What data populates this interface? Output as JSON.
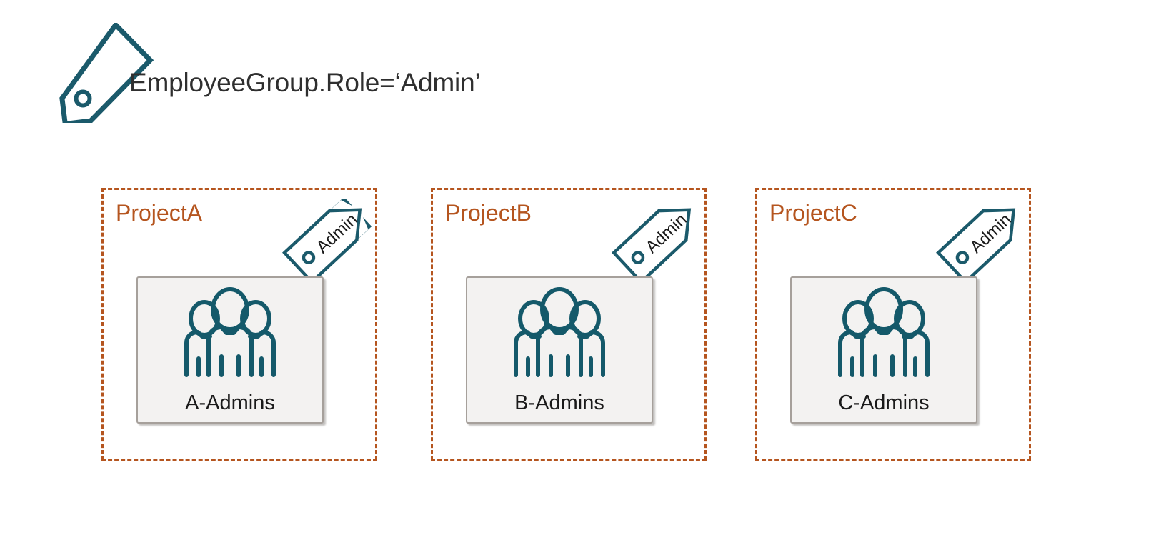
{
  "diagram": {
    "type": "tag-scoping-diagram",
    "background_color": "#ffffff",
    "accent_colors": {
      "tag_teal": "#1b5a6b",
      "project_orange": "#b5551f",
      "card_gray_fill": "#f3f2f1",
      "card_gray_border": "#a6a09b",
      "text_dark": "#2f2f2f"
    }
  },
  "legend": {
    "icon": "tag-icon",
    "caption": "EmployeeGroup.Role=‘Admin’"
  },
  "projects": [
    {
      "title": "ProjectA",
      "tag_label": "Admin",
      "tag_icon": "tag-icon",
      "group": {
        "label": "A-Admins",
        "icon": "people-group-icon"
      }
    },
    {
      "title": "ProjectB",
      "tag_label": "Admin",
      "tag_icon": "tag-icon",
      "group": {
        "label": "B-Admins",
        "icon": "people-group-icon"
      }
    },
    {
      "title": "ProjectC",
      "tag_label": "Admin",
      "tag_icon": "tag-icon",
      "group": {
        "label": "C-Admins",
        "icon": "people-group-icon"
      }
    }
  ]
}
